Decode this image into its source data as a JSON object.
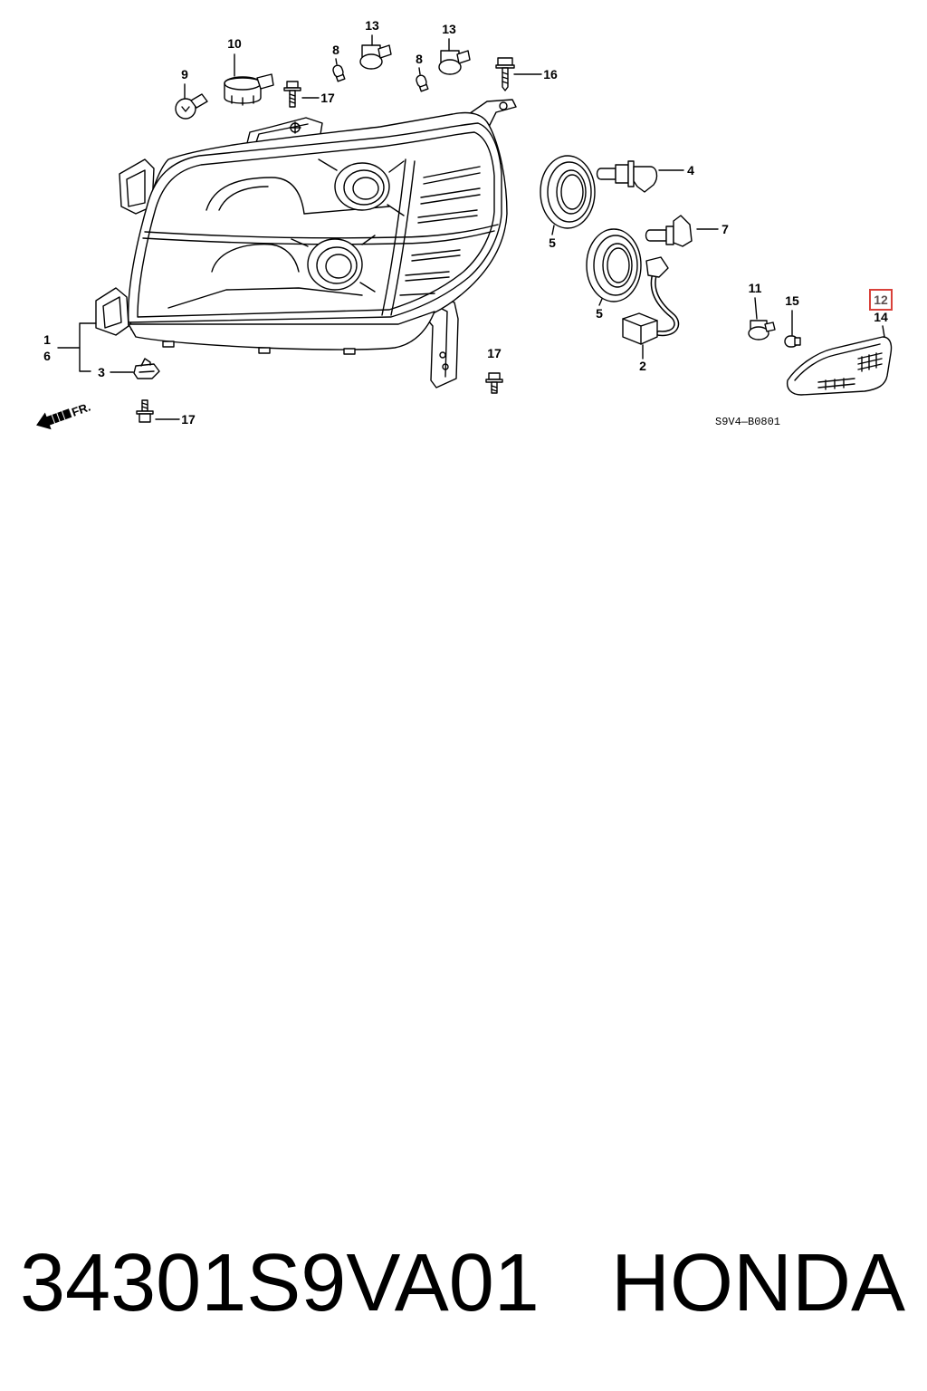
{
  "diagram": {
    "callouts": [
      "10",
      "13",
      "13",
      "9",
      "8",
      "8",
      "16",
      "17",
      "4",
      "5",
      "7",
      "5",
      "11",
      "15",
      "12",
      "14",
      "1",
      "6",
      "3",
      "17",
      "2",
      "17"
    ],
    "direction_label": "FR.",
    "code": "S9V4—B0801"
  },
  "caption": {
    "part_number": "34301S9VA01",
    "brand": "HONDA"
  },
  "colors": {
    "line": "#000000",
    "background": "#ffffff",
    "highlight": "#d9413a"
  }
}
